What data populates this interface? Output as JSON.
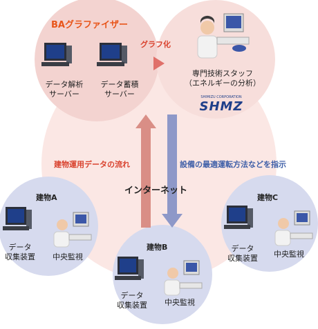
{
  "top_left": {
    "title": "BAグラファイザー",
    "server1": [
      "データ解析",
      "サーバー"
    ],
    "server2": [
      "データ蓄積",
      "サーバー"
    ]
  },
  "top_right": {
    "staff": [
      "専門技術スタッフ",
      "（エネルギーの分析）"
    ],
    "logo_small": "SHIMIZU CORPORATION",
    "logo_big": "SHMZ"
  },
  "arrow_top_label": "グラフ化",
  "flow_left_label": "建物運用データの流れ",
  "flow_right_label": "設備の最適運転方法などを指示",
  "internet_label": "インターネット",
  "buildings": [
    {
      "name": "建物A",
      "collector": [
        "データ",
        "収集装置"
      ],
      "monitor": "中央監視"
    },
    {
      "name": "建物B",
      "collector": [
        "データ",
        "収集装置"
      ],
      "monitor": "中央監視"
    },
    {
      "name": "建物C",
      "collector": [
        "データ",
        "収集装置"
      ],
      "monitor": "中央監視"
    }
  ],
  "colors": {
    "pink_circle": "#f3d3d0",
    "lavender_circle": "#d6daee",
    "big_circle": "#fbe7e4",
    "up_arrow": "#d98e86",
    "down_arrow": "#8e98c8",
    "right_arrow": "#e0706a",
    "title": "#e8551a"
  }
}
